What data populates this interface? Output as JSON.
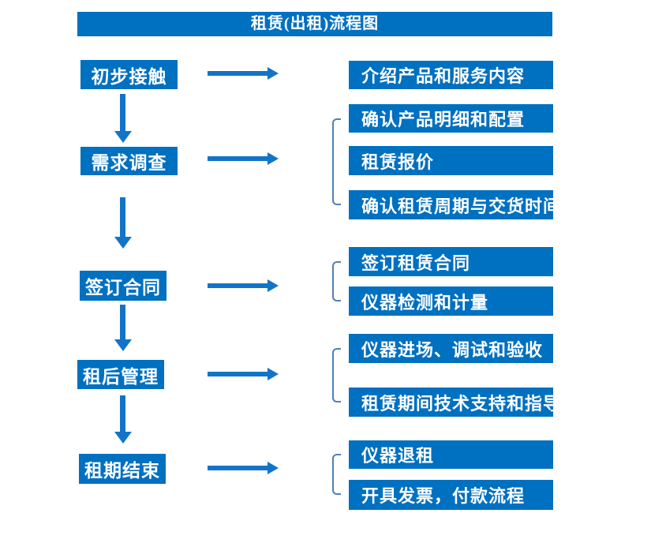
{
  "title": "租赁(出租)流程图",
  "colors": {
    "box_blue": "#0070C0",
    "arrow_blue": "#1274C8",
    "bracket_blue": "#4E7FBD"
  },
  "stages": [
    {
      "label": "初步接触",
      "outputs": [
        "介绍产品和服务内容"
      ]
    },
    {
      "label": "需求调查",
      "outputs": [
        "确认产品明细和配置",
        "租赁报价",
        "确认租赁周期与交货时间"
      ]
    },
    {
      "label": "签订合同",
      "outputs": [
        "签订租赁合同",
        "仪器检测和计量"
      ]
    },
    {
      "label": "租后管理",
      "outputs": [
        "仪器进场、调试和验收",
        "租赁期间技术支持和指导"
      ]
    },
    {
      "label": "租期结束",
      "outputs": [
        "仪器退租",
        "开具发票，付款流程"
      ]
    }
  ]
}
